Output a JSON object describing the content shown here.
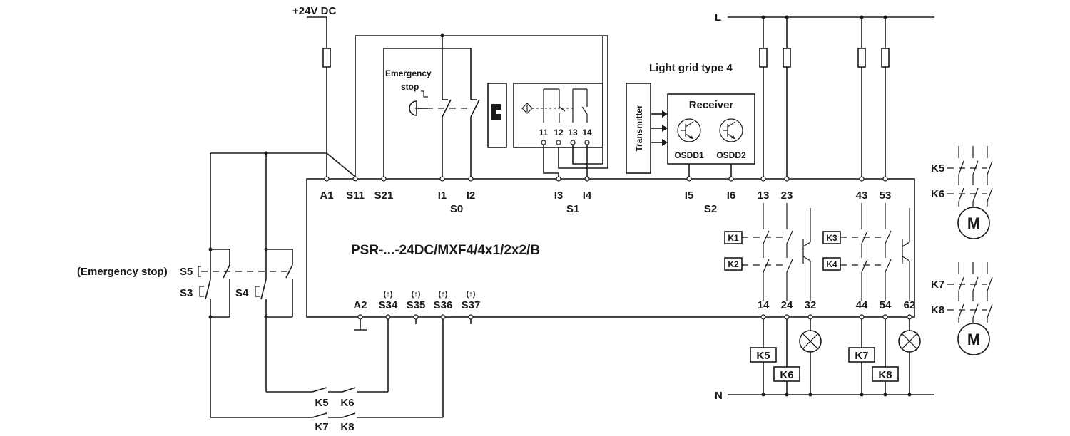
{
  "supply": {
    "dc": "+24V DC",
    "line": "L",
    "neutral": "N"
  },
  "module": {
    "name": "PSR-...-24DC/MXF4/4x1/2x2/B",
    "top_terminals": [
      "A1",
      "S11",
      "S21",
      "I1",
      "I2",
      "I3",
      "I4",
      "I5",
      "I6",
      "13",
      "23",
      "43",
      "53"
    ],
    "bottom_terminals": [
      "A2",
      "S34",
      "S35",
      "S36",
      "S37",
      "14",
      "24",
      "32",
      "44",
      "54",
      "62"
    ],
    "input_groups": [
      "S0",
      "S1",
      "S2"
    ],
    "pulse_mark": "(↑)",
    "internal_relays": [
      "K1",
      "K2",
      "K3",
      "K4"
    ]
  },
  "emergency_stop": {
    "label_line1": "Emergency",
    "label_line2": "stop",
    "door_switch_pins": [
      "11",
      "12",
      "13",
      "14"
    ]
  },
  "light_grid": {
    "title": "Light grid type 4",
    "transmitter": "Transmitter",
    "receiver": "Receiver",
    "outputs": [
      "OSDD1",
      "OSDD2"
    ]
  },
  "reset": {
    "emergency_label": "(Emergency stop)",
    "switches": [
      "S5",
      "S3",
      "S4"
    ]
  },
  "feedback_contacts": {
    "row1": [
      "K5",
      "K6"
    ],
    "row2": [
      "K7",
      "K8"
    ]
  },
  "loads": {
    "coils": [
      "K5",
      "K6",
      "K7",
      "K8"
    ]
  },
  "motors": {
    "motor_symbol": "M",
    "group1": [
      "K5",
      "K6"
    ],
    "group2": [
      "K7",
      "K8"
    ]
  }
}
